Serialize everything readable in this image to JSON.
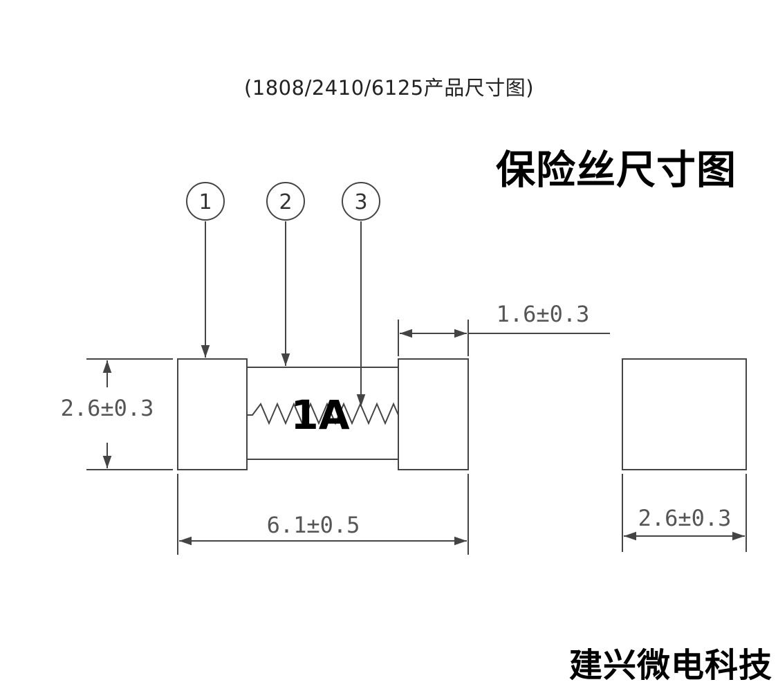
{
  "header": {
    "subtitle": "(1808/2410/6125产品尺寸图)",
    "title": "保险丝尺寸图"
  },
  "diagram": {
    "callouts": [
      "1",
      "2",
      "3"
    ],
    "rating_label": "1A",
    "dimensions": {
      "height": "2.6±0.3",
      "length": "6.1±0.5",
      "cap_width": "1.6±0.3",
      "end_width": "2.6±0.3"
    }
  },
  "footer": {
    "brand": "建兴微电科技"
  },
  "colors": {
    "line": "#444444",
    "text": "#555555"
  }
}
